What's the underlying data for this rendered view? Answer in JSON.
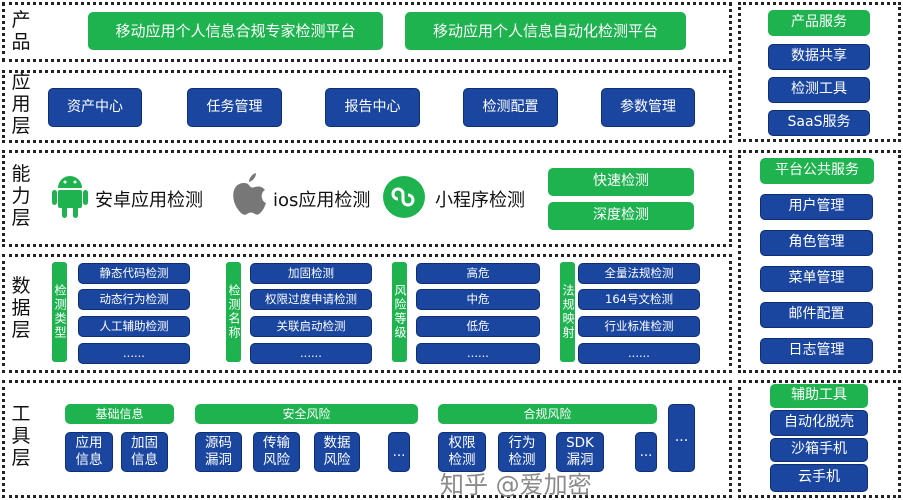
{
  "layers": {
    "product": {
      "label": "产品",
      "items": [
        "移动应用个人信息合规专家检测平台",
        "移动应用个人信息自动化检测平台"
      ]
    },
    "application": {
      "label": "应用层",
      "items": [
        "资产中心",
        "任务管理",
        "报告中心",
        "检测配置",
        "参数管理"
      ]
    },
    "capability": {
      "label": "能力层",
      "features": [
        "安卓应用检测",
        "ios应用检测",
        "小程序检测"
      ],
      "icons": [
        "android-icon",
        "apple-icon",
        "link-icon"
      ],
      "buttons": [
        "快速检测",
        "深度检测"
      ]
    },
    "data": {
      "label": "数据层",
      "groups": [
        {
          "title": "检测类型",
          "items": [
            "静态代码检测",
            "动态行为检测",
            "人工辅助检测",
            "......"
          ]
        },
        {
          "title": "检测名称",
          "items": [
            "加固检测",
            "权限过度申请检测",
            "关联启动检测",
            "......"
          ]
        },
        {
          "title": "风险等级",
          "items": [
            "高危",
            "中危",
            "低危",
            "......"
          ]
        },
        {
          "title": "法规映射",
          "items": [
            "全量法规检测",
            "164号文检测",
            "行业标准检测",
            "......"
          ]
        }
      ]
    },
    "tools": {
      "label": "工具层",
      "headers": [
        "基础信息",
        "安全风险",
        "合规风险"
      ],
      "items": [
        "应用信息",
        "加固信息",
        "源码漏洞",
        "传输风险",
        "数据风险",
        "...",
        "权限检测",
        "行为检测",
        "SDK漏洞",
        "...",
        "..."
      ]
    }
  },
  "right": {
    "product_services": {
      "title": "产品服务",
      "items": [
        "数据共享",
        "检测工具",
        "SaaS服务"
      ]
    },
    "platform_services": {
      "title": "平台公共服务",
      "items": [
        "用户管理",
        "角色管理",
        "菜单管理",
        "邮件配置",
        "日志管理"
      ]
    },
    "aux_tools": {
      "title": "辅助工具",
      "items": [
        "自动化脱壳",
        "沙箱手机",
        "云手机"
      ]
    }
  },
  "watermark": "知乎 @爱加密",
  "colors": {
    "green": "#1fb350",
    "blue": "#1a46a0"
  }
}
